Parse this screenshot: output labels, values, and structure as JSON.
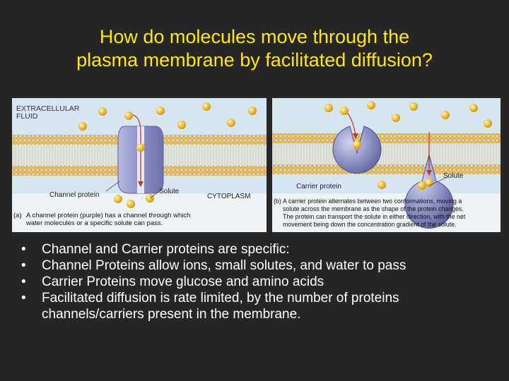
{
  "title": {
    "line1": "How do molecules move through the",
    "line2": "plasma membrane by facilitated diffusion?"
  },
  "figure_a": {
    "extracellular_line1": "EXTRACELLULAR",
    "extracellular_line2": "FLUID",
    "channel_label": "Channel protein",
    "solute_label": "Solute",
    "cytoplasm_label": "CYTOPLASM",
    "caption_tag": "(a)",
    "caption_line1": "A channel protein (purple) has a channel through which",
    "caption_line2": "water molecules or a specific solute can pass."
  },
  "figure_b": {
    "carrier_label": "Carrier protein",
    "solute_label": "Solute",
    "caption_tag": "(b)",
    "caption_line1": "A carrier protein alternates between two conformations, moving a",
    "caption_line2": "solute across the membrane as the shape of the protein changes.",
    "caption_line3": "The protein can transport the solute in either direction, with the net",
    "caption_line4": "movement being down the concentration gradient of the solute."
  },
  "bullets": [
    "Channel and Carrier proteins are specific:",
    "Channel Proteins allow ions, small solutes, and water to pass",
    "Carrier Proteins move glucose and amino acids",
    "Facilitated diffusion is rate limited, by the number of proteins channels/carriers present in the membrane."
  ],
  "colors": {
    "background": "#262626",
    "title": "#ffea00",
    "bullet_text": "#ffffff",
    "membrane_head": "#e8bd5c",
    "protein": "#8f93c6",
    "solute": "#f2c43c",
    "panel_b_background": "#d6e6f1"
  }
}
